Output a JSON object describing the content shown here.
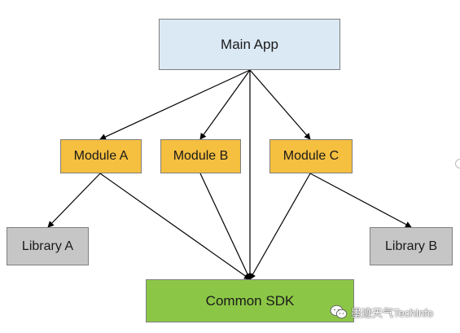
{
  "nodes": {
    "main_app": "Main App",
    "module_a": "Module A",
    "module_b": "Module B",
    "module_c": "Module C",
    "library_a": "Library A",
    "library_b": "Library B",
    "common_sdk": "Common SDK"
  },
  "colors": {
    "main_app": "#dbe9f5",
    "module": "#f5bf3f",
    "library": "#c6c6c6",
    "sdk": "#8cc646",
    "edge": "#000000"
  },
  "edges": [
    [
      "main_app",
      "module_a"
    ],
    [
      "main_app",
      "module_b"
    ],
    [
      "main_app",
      "module_c"
    ],
    [
      "main_app",
      "common_sdk"
    ],
    [
      "module_a",
      "library_a"
    ],
    [
      "module_a",
      "common_sdk"
    ],
    [
      "module_b",
      "common_sdk"
    ],
    [
      "module_c",
      "common_sdk"
    ],
    [
      "module_c",
      "library_b"
    ]
  ],
  "watermark": {
    "icon": "wechat-icon",
    "text": "墨迹天气TechInfo"
  }
}
